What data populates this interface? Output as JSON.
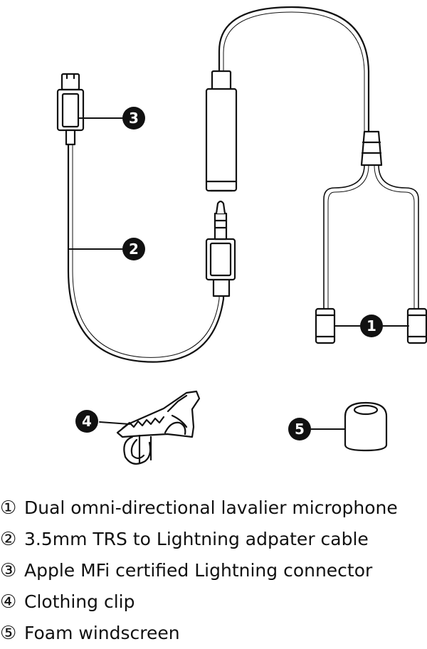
{
  "callouts": [
    "1",
    "2",
    "3",
    "4",
    "5"
  ],
  "legend": [
    {
      "marker": "①",
      "text": "Dual omni-directional lavalier microphone"
    },
    {
      "marker": "②",
      "text": "3.5mm TRS to Lightning adpater cable"
    },
    {
      "marker": "③",
      "text": "Apple MFi certified Lightning connector"
    },
    {
      "marker": "④",
      "text": "Clothing clip"
    },
    {
      "marker": "⑤",
      "text": "Foam windscreen"
    }
  ]
}
